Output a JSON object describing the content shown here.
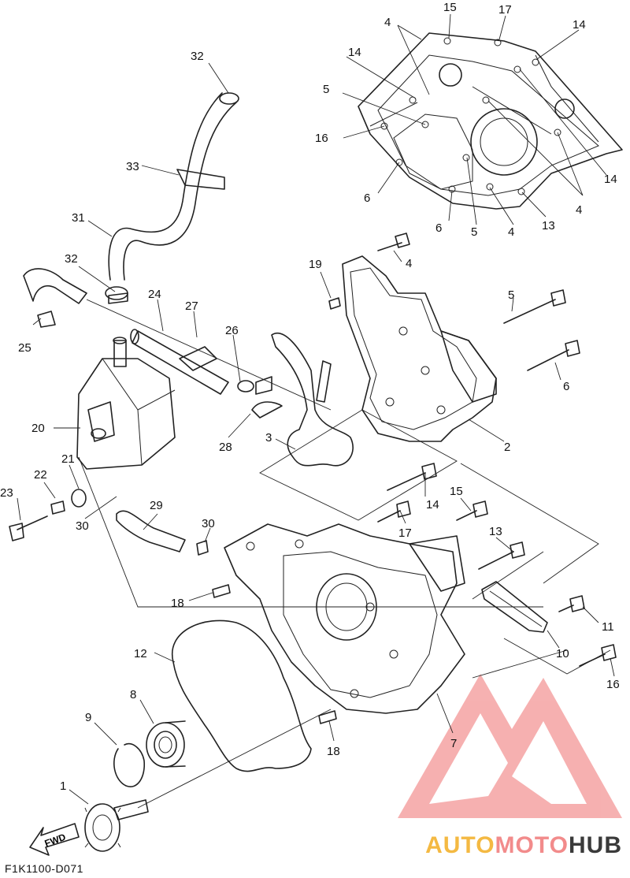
{
  "diagram_code": "F1K1100-D071",
  "fwd_label": "FWD",
  "watermark": {
    "part1": "AUTO",
    "part2": "MOTO",
    "part3": "HUB",
    "color1": "#f4b942",
    "color2": "#f28b8b",
    "color3": "#3a3a3a"
  },
  "callouts": {
    "c15a": "15",
    "c17a": "17",
    "c4a": "4",
    "c14a": "14",
    "c14b": "14",
    "c5a": "5",
    "c16a": "16",
    "c14c": "14",
    "c6a": "6",
    "c6b": "6",
    "c5b": "5",
    "c4b": "4",
    "c13a": "13",
    "c4c": "4",
    "c32a": "32",
    "c33": "33",
    "c31": "31",
    "c32b": "32",
    "c24": "24",
    "c27": "27",
    "c25": "25",
    "c26": "26",
    "c20": "20",
    "c28": "28",
    "c3": "3",
    "c19": "19",
    "c4d": "4",
    "c5c": "5",
    "c6c": "6",
    "c2": "2",
    "c21": "21",
    "c22": "22",
    "c23": "23",
    "c30a": "30",
    "c29": "29",
    "c30b": "30",
    "c14d": "14",
    "c15b": "15",
    "c17b": "17",
    "c13b": "13",
    "c18a": "18",
    "c11": "11",
    "c10": "10",
    "c16b": "16",
    "c12": "12",
    "c8": "8",
    "c9": "9",
    "c18b": "18",
    "c7": "7",
    "c1": "1"
  }
}
